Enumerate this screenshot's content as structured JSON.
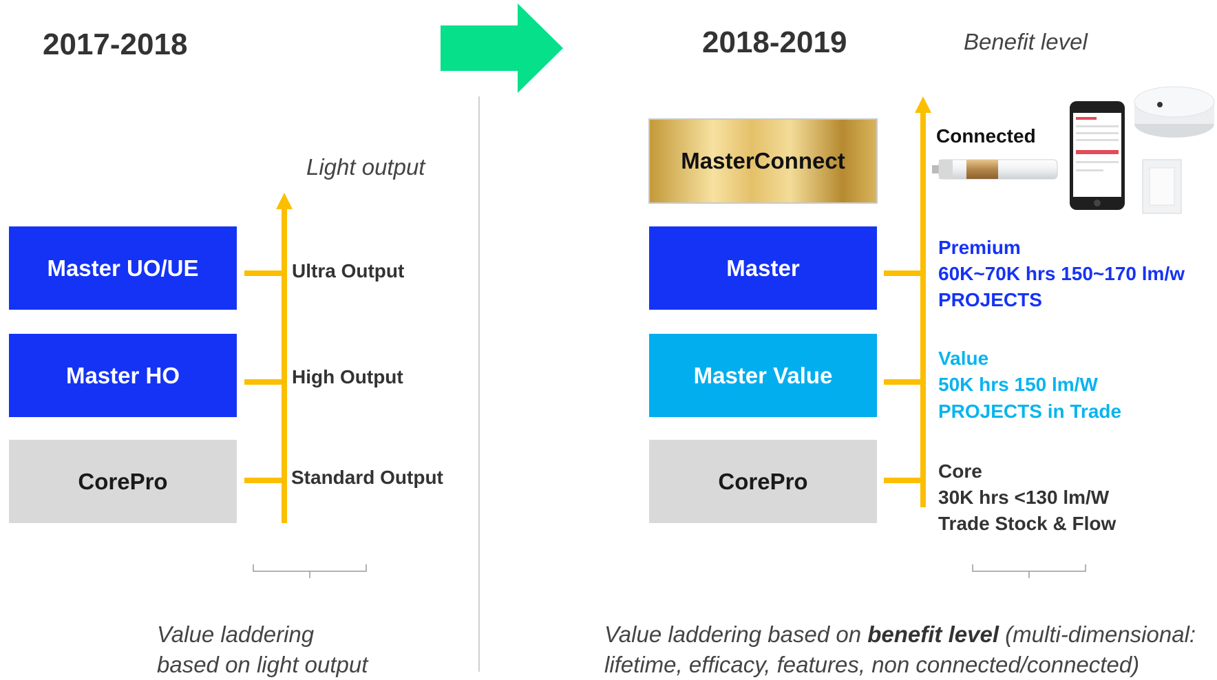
{
  "colors": {
    "blue": "#1533f5",
    "cyan": "#03aeef",
    "grey": "#d9d9d9",
    "yellow": "#fbbf00",
    "green": "#06e08a"
  },
  "left": {
    "year": "2017-2018",
    "axis_title": "Light output",
    "boxes": [
      "Master UO/UE",
      "Master HO",
      "CorePro"
    ],
    "levels": [
      "Ultra Output",
      "High Output",
      "Standard Output"
    ],
    "caption_line1": "Value laddering",
    "caption_line2": "based on light output"
  },
  "right": {
    "year": "2018-2019",
    "axis_title": "Benefit level",
    "boxes": [
      "MasterConnect",
      "Master",
      "Master Value",
      "CorePro"
    ],
    "connected_label": "Connected",
    "premium": [
      "Premium",
      "60K~70K hrs  150~170 lm/w",
      "PROJECTS"
    ],
    "value": [
      "Value",
      "50K hrs  150 lm/W",
      "PROJECTS in Trade"
    ],
    "core": [
      "Core",
      "30K hrs <130 lm/W",
      "Trade Stock & Flow"
    ],
    "caption_pre": "Value laddering based on ",
    "caption_bold": "benefit level",
    "caption_post": "  (multi-dimensional:",
    "caption_line2": "lifetime, efficacy, features, non connected/connected)"
  },
  "icons": {
    "transition_arrow": "right-arrow-icon",
    "tube": "led-tube-image",
    "phone": "smartphone-image",
    "sensor": "ceiling-sensor-image",
    "switch": "wall-switch-image"
  }
}
